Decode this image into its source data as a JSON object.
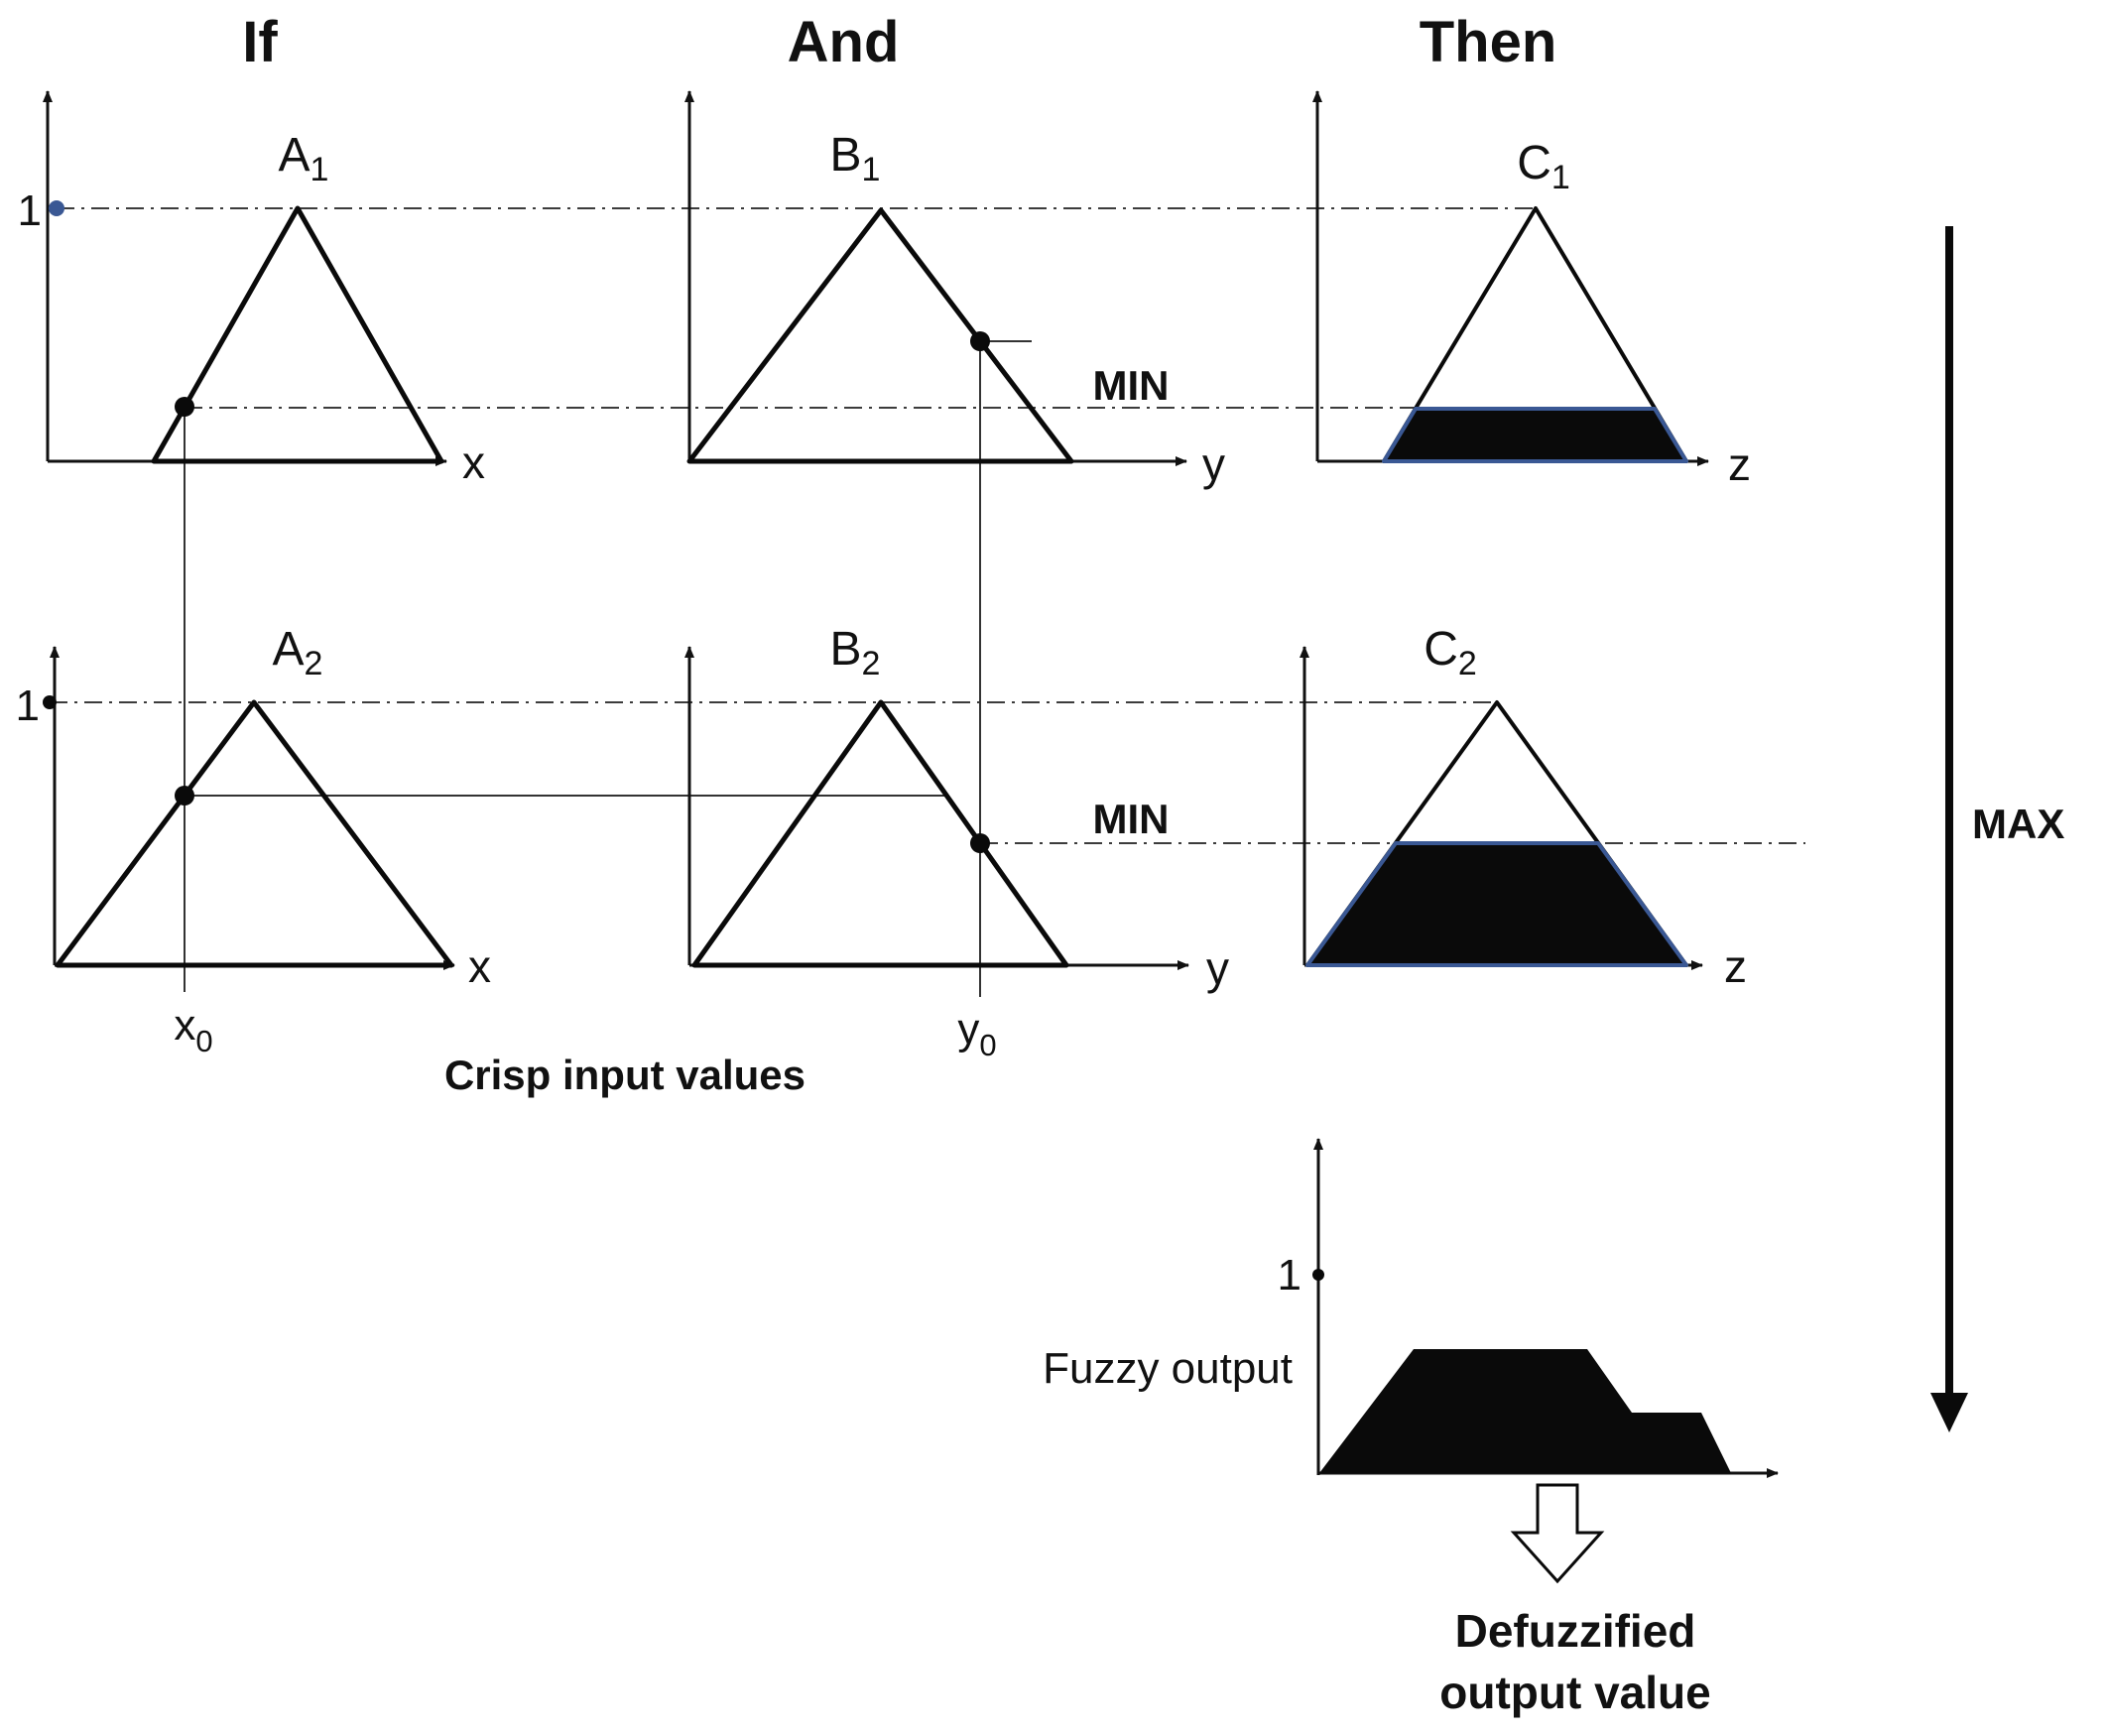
{
  "headers": {
    "if": "If",
    "and": "And",
    "then": "Then"
  },
  "sets": {
    "a1": {
      "base": "A",
      "sub": "1"
    },
    "b1": {
      "base": "B",
      "sub": "1"
    },
    "c1": {
      "base": "C",
      "sub": "1"
    },
    "a2": {
      "base": "A",
      "sub": "2"
    },
    "b2": {
      "base": "B",
      "sub": "2"
    },
    "c2": {
      "base": "C",
      "sub": "2"
    }
  },
  "axes": {
    "x": "x",
    "y": "y",
    "z": "z",
    "one": "1"
  },
  "inputs": {
    "x0": {
      "base": "x",
      "sub": "0"
    },
    "y0": {
      "base": "y",
      "sub": "0"
    },
    "caption": "Crisp input values"
  },
  "operators": {
    "min_rule1": "MIN",
    "min_rule2": "MIN",
    "max": "MAX"
  },
  "output": {
    "fuzzy_label": "Fuzzy output",
    "one": "1",
    "defuzzified_line1": "Defuzzified",
    "defuzzified_line2": "output value"
  },
  "colors": {
    "navy": "#3a5894",
    "black": "#0a0a0a"
  },
  "depicted_levels": {
    "mu_a1_at_x0": 0.21,
    "mu_b1_at_y0": 0.48,
    "rule1_min_clip": 0.21,
    "mu_a2_at_x0": 0.65,
    "mu_b2_at_y0": 0.46,
    "rule2_min_clip": 0.46
  }
}
